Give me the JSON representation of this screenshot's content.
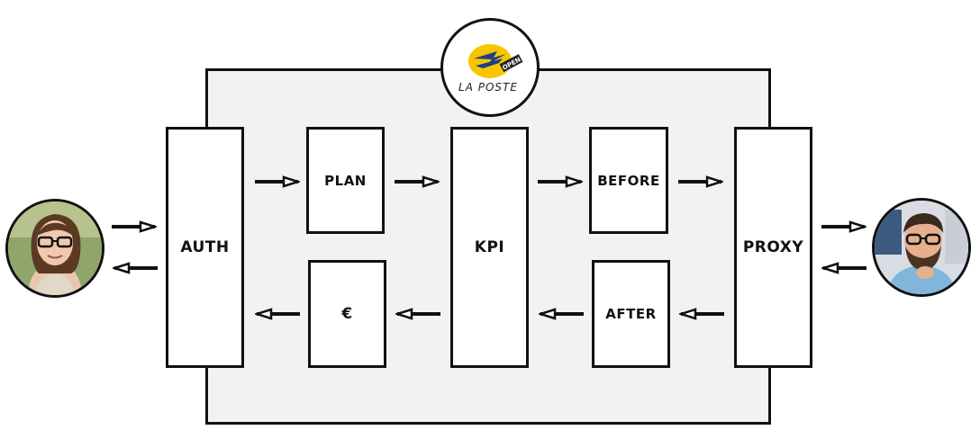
{
  "logo": {
    "wordmark": "LA POSTE",
    "tag": "OPEN",
    "color": "#f7c600",
    "accent": "#1f3b8c"
  },
  "boxes": {
    "auth": "AUTH",
    "plan": "PLAN",
    "kpi": "KPI",
    "before": "BEFORE",
    "proxy": "PROXY",
    "euro": "€",
    "after": "AFTER"
  }
}
